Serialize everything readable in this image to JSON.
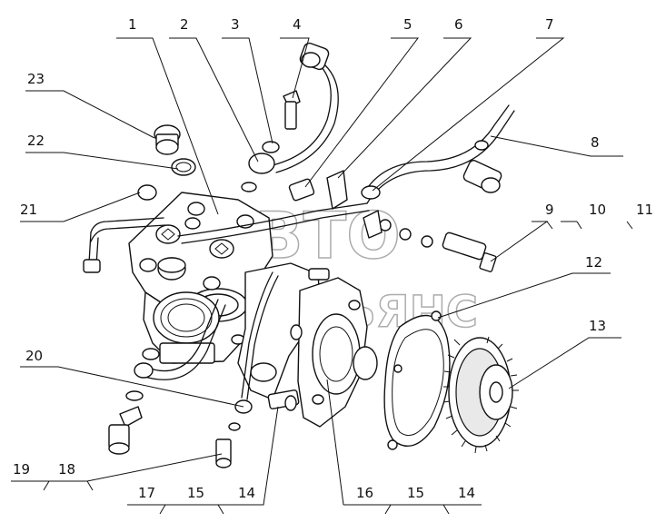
{
  "diagram": {
    "callouts": [
      "1",
      "2",
      "3",
      "4",
      "5",
      "6",
      "7",
      "8",
      "9",
      "10",
      "11",
      "12",
      "13",
      "14",
      "15",
      "16",
      "17",
      "18",
      "19",
      "20",
      "21",
      "22",
      "23"
    ],
    "bottom_groups": {
      "g1": [
        "19",
        "18"
      ],
      "g2": [
        "17",
        "15",
        "14"
      ],
      "g3": [
        "16",
        "15",
        "14"
      ]
    },
    "watermark": {
      "line1": "АВТО",
      "line2": "АЛЬЯНС"
    },
    "colors": {
      "ink": "#111111",
      "watermark": "#8a8a8a"
    }
  }
}
